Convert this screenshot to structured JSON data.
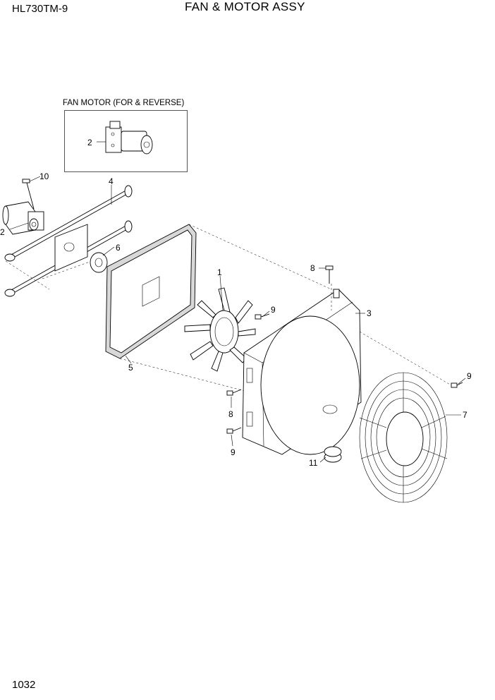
{
  "header": {
    "model": "HL730TM-9",
    "title": "FAN & MOTOR ASSY"
  },
  "inset": {
    "caption": "FAN MOTOR (FOR & REVERSE)"
  },
  "callouts": {
    "inset_motor": "2",
    "motor": "2",
    "bolt_top_left": "10",
    "bracket_rod": "4",
    "flange": "6",
    "screen": "5",
    "fan_blade": "1",
    "bolt_upper_mid": "9",
    "bolt_top_shroud": "8",
    "shroud": "3",
    "bolt_right": "9",
    "guard": "7",
    "bolt_lower_8": "8",
    "bolt_lower_9": "9",
    "grommet": "11"
  },
  "footer": {
    "page_number": "1032"
  }
}
